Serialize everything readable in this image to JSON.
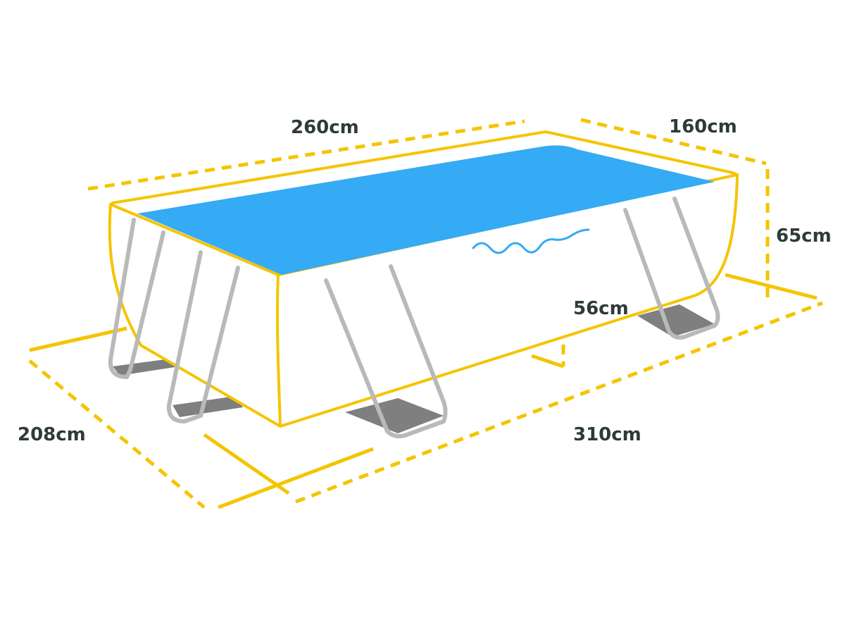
{
  "labels": {
    "top_length": "260cm",
    "top_width": "160cm",
    "height_total": "65cm",
    "water_depth": "56cm",
    "ground_width": "208cm",
    "ground_length": "310cm"
  },
  "colors": {
    "frame": "#f5c400",
    "water": "#35aaf5",
    "legs": "#b9b9b9",
    "leg_feet": "#7f7f7f",
    "wave": "#35aaf5",
    "text": "#2f3a3a"
  }
}
